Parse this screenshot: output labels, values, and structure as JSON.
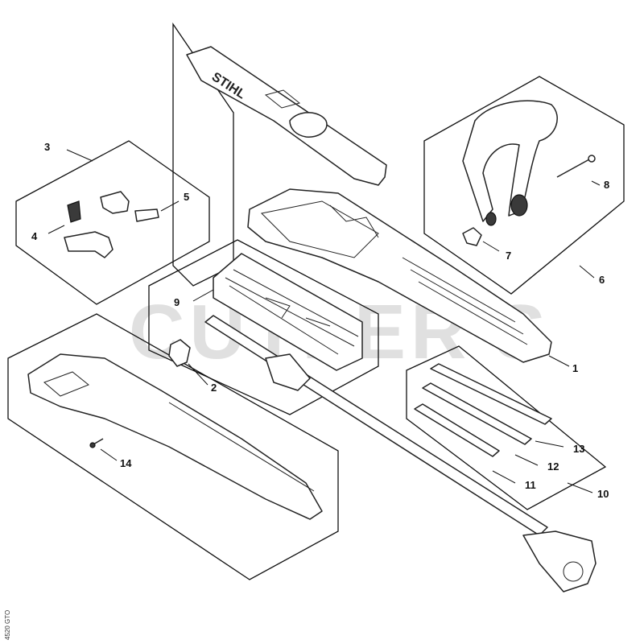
{
  "diagram": {
    "watermark": "CUTLER'S",
    "brand": "STIHL",
    "side_code": "4520 GTO",
    "part_numbers": [
      "1",
      "2",
      "3",
      "4",
      "5",
      "6",
      "7",
      "8",
      "9",
      "10",
      "11",
      "12",
      "13",
      "14"
    ]
  }
}
